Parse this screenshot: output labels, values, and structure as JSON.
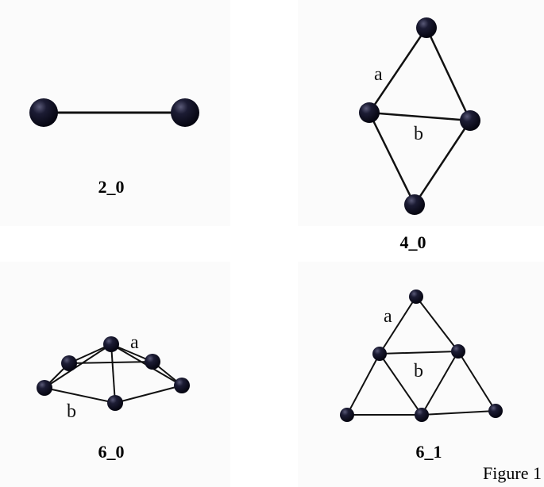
{
  "figure_label": "Figure 1",
  "panels": [
    {
      "id": "p20",
      "caption": "2_0",
      "edge_labels": []
    },
    {
      "id": "p40",
      "caption": "4_0",
      "edge_labels": [
        "a",
        "b"
      ]
    },
    {
      "id": "p60",
      "caption": "6_0",
      "edge_labels": [
        "a",
        "b"
      ]
    },
    {
      "id": "p61",
      "caption": "6_1",
      "edge_labels": [
        "a",
        "b"
      ]
    }
  ],
  "colors": {
    "atom": "#14142a",
    "bond": "#111111",
    "panel_bg": "#fbfbfb"
  }
}
